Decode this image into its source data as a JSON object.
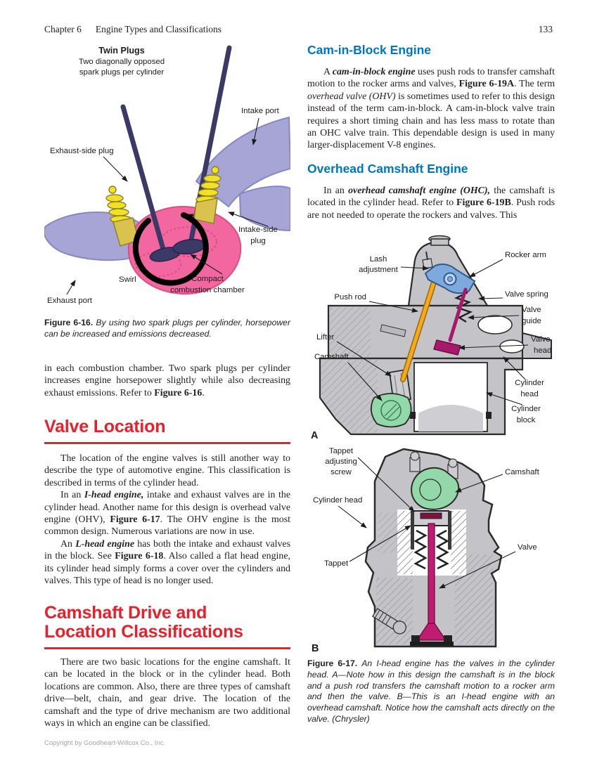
{
  "colors": {
    "red": "#e8202b",
    "blue": "#0076c0",
    "text": "#231f20",
    "green": "#93d8a8",
    "magenta": "#a6196b",
    "magenta2": "#c01d72",
    "yellow": "#f6a91f",
    "rocker_blue": "#7ea9dc",
    "lavender": "#a6a5d6",
    "lavender_dark": "#8887c0",
    "pink": "#f2679f",
    "pink_dark": "#d94f84",
    "plug_yellow": "#f1e028",
    "navy": "#3b3a66",
    "gray_fill": "#c4c4c8",
    "line": "#2b2b2b"
  },
  "meta": {
    "header_chapter": "Chapter 6",
    "header_title": "Engine Types and Classifications",
    "page_number": "133",
    "copyright": "Copyright by Goodheart-Willcox Co., Inc."
  },
  "fig16": {
    "title": "Twin Plugs",
    "subtitle1": "Two diagonally opposed",
    "subtitle2": "spark plugs per cylinder",
    "labels": {
      "intake_port": "Intake port",
      "exhaust_side_plug": "Exhaust-side plug",
      "intake_side1": "Intake-side",
      "intake_side2": "plug",
      "swirl": "Swirl",
      "compact1": "Compact",
      "compact2": "combustion chamber",
      "exhaust_port": "Exhaust port"
    },
    "caption_label": "Figure 6-16.",
    "caption_text": "By using two spark plugs per cylinder, horsepower can be increased and emissions decreased."
  },
  "left": {
    "para_continuation": [
      {
        "t": "in each combustion chamber. Two spark plugs per cylinder increases engine horsepower slightly while also decreasing exhaust emissions. Refer to "
      },
      {
        "t": "Figure 6-16",
        "b": true
      },
      {
        "t": "."
      }
    ],
    "valve_location": {
      "heading": "Valve Location",
      "p1": [
        {
          "t": "The location of the engine valves is still another way to describe the type of automotive engine. This classification is described in terms of the cylinder head."
        }
      ],
      "p2": [
        {
          "t": "In an "
        },
        {
          "t": "I-head engine,",
          "b": true,
          "i": true
        },
        {
          "t": " intake and exhaust valves are in the cylinder head. Another name for this design is overhead valve engine (OHV), "
        },
        {
          "t": "Figure 6-17",
          "b": true
        },
        {
          "t": ". The OHV engine is the most common design. Numerous variations are now in use."
        }
      ],
      "p3": [
        {
          "t": "An "
        },
        {
          "t": "L-head engine",
          "b": true,
          "i": true
        },
        {
          "t": " has both the intake and exhaust valves in the block. See "
        },
        {
          "t": "Figure 6-18",
          "b": true
        },
        {
          "t": ". Also called a flat head engine, its cylinder head simply forms a cover over the cylinders and valves. This type of head is no longer used."
        }
      ]
    },
    "camshaft_section": {
      "heading1": "Camshaft Drive and",
      "heading2": "Location Classifications",
      "p1": [
        {
          "t": "There are two basic locations for the engine camshaft. It can be located in the block or in the cylinder head. Both locations are common. Also, there are three types of camshaft drive—belt, chain, and gear drive. The location of the camshaft and the type of drive mechanism are two additional ways in which an engine can be classified."
        }
      ]
    }
  },
  "right": {
    "cam_in_block": {
      "heading": "Cam-in-Block Engine",
      "p1": [
        {
          "t": "A "
        },
        {
          "t": "cam-in-block engine",
          "b": true,
          "i": true
        },
        {
          "t": " uses push rods to transfer camshaft motion to the rocker arms and valves, "
        },
        {
          "t": "Figure 6-19A",
          "b": true
        },
        {
          "t": ". The term "
        },
        {
          "t": "overhead valve (OHV)",
          "i": true
        },
        {
          "t": " is sometimes used to refer to this design instead of the term cam-in-block. A cam-in-block valve train requires a short timing chain and has less mass to rotate than an OHC valve train. This dependable design is used in many larger-displacement V-8 engines."
        }
      ]
    },
    "ohc": {
      "heading": "Overhead Camshaft Engine",
      "p1": [
        {
          "t": "In an "
        },
        {
          "t": "overhead camshaft engine (OHC),",
          "b": true,
          "i": true
        },
        {
          "t": " the camshaft is located in the cylinder head. Refer to "
        },
        {
          "t": "Figure 6-19B",
          "b": true
        },
        {
          "t": ". Push rods are not needed to operate the rockers and valves. This"
        }
      ]
    },
    "fig17": {
      "a": {
        "lash1": "Lash",
        "lash2": "adjustment",
        "rocker_arm": "Rocker arm",
        "push_rod": "Push rod",
        "valve_spring": "Valve spring",
        "valve_guide1": "Valve",
        "valve_guide2": "guide",
        "lifter": "Lifter",
        "camshaft": "Camshaft",
        "valve_head1": "Valve",
        "valve_head2": "head",
        "cyl_head1": "Cylinder",
        "cyl_head2": "head",
        "cyl_block1": "Cylinder",
        "cyl_block2": "block",
        "marker": "A"
      },
      "b": {
        "tas1": "Tappet",
        "tas2": "adjusting",
        "tas3": "screw",
        "camshaft": "Camshaft",
        "cylinder_head": "Cylinder head",
        "tappet": "Tappet",
        "valve": "Valve",
        "marker": "B"
      },
      "caption_label": "Figure 6-17.",
      "caption_text": "An I-head engine has the valves in the cylinder head. A—Note how in this design the camshaft is in the block and a push rod transfers the camshaft motion to a rocker arm and then the valve. B—This is an I-head engine with an overhead camshaft. Notice how the camshaft acts directly on the valve. (Chrysler)"
    }
  }
}
